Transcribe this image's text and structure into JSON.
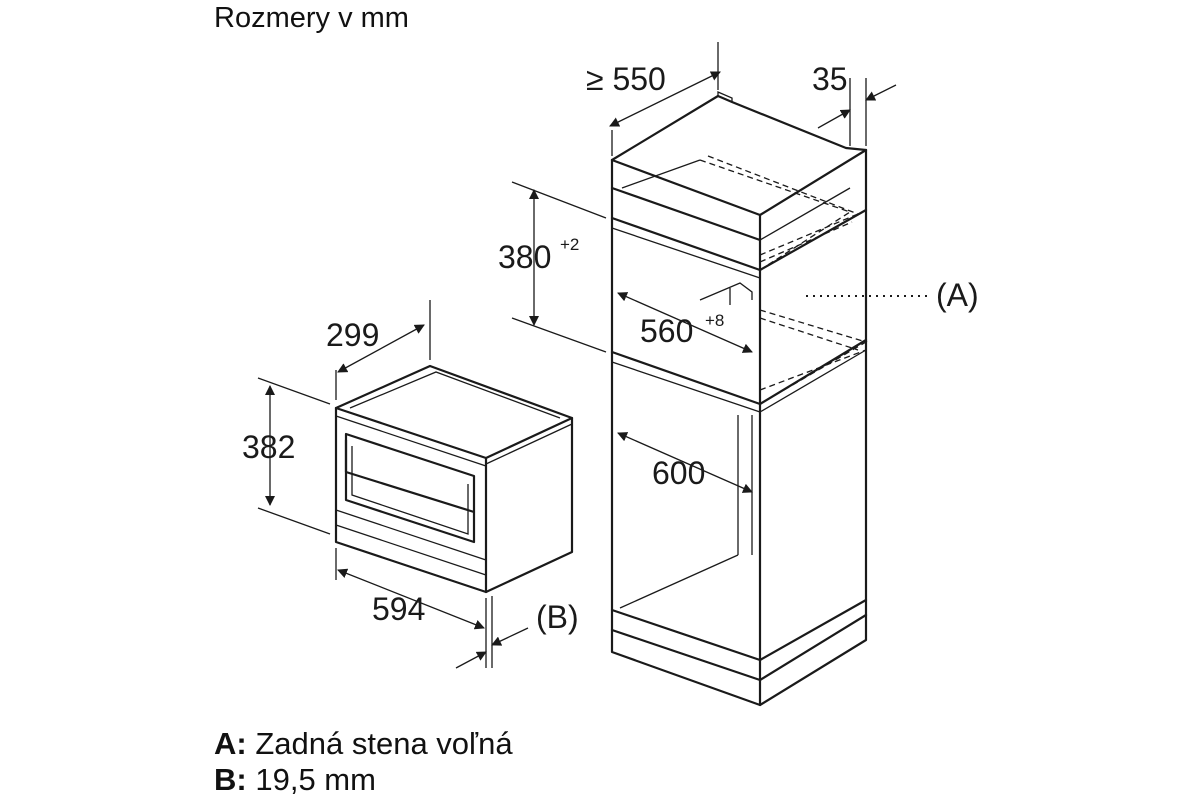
{
  "title": "Rozmery v mm",
  "dimensions": {
    "cabinet_depth": "≥ 550",
    "cabinet_side_offset": "35",
    "niche_height": "380",
    "niche_height_tolerance": "+2",
    "niche_width": "560",
    "niche_width_tolerance": "+8",
    "cabinet_width": "600",
    "appliance_depth": "299",
    "appliance_height": "382",
    "appliance_width": "594"
  },
  "callouts": {
    "a": "(A)",
    "b": "(B)"
  },
  "legend": [
    {
      "key": "A:",
      "text": "Zadná stena voľná"
    },
    {
      "key": "B:",
      "text": "19,5 mm"
    }
  ]
}
